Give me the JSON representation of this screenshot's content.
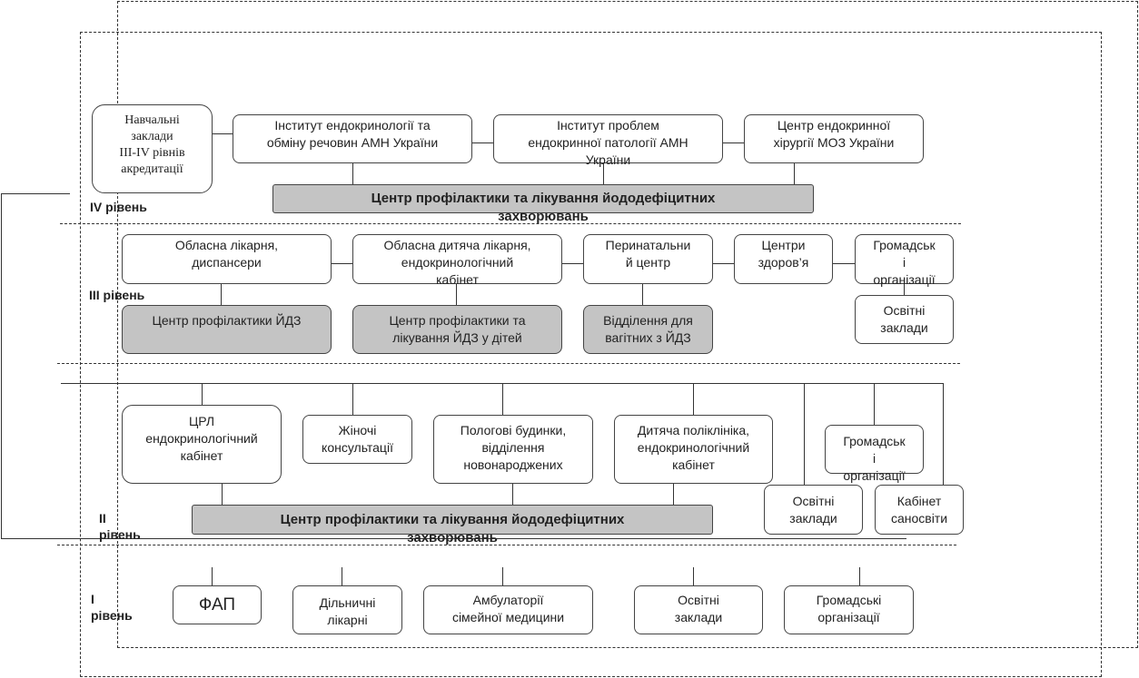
{
  "levels": {
    "iv": "IV рівень",
    "iii": "III рівень",
    "ii": "ІІ\nрівень",
    "i": "І\nрівень"
  },
  "level4": {
    "educational": "Навчальні\nзаклади\nIII-IV рівнів\nакредитації",
    "institute_endo": "Інститут ендокринології та\nобміну речовин АМН України",
    "institute_problems": "Інститут проблем\nендокринної патології АМН\nУкраїни",
    "center_surgery": "Центр ендокринної\nхірургії МОЗ України",
    "center_main": "Центр профілактики та лікування йододефіцитних\nзахворювань"
  },
  "level3": {
    "regional_hospital": "Обласна лікарня,\nдиспансери",
    "regional_children": "Обласна дитяча лікарня,\nендокринологічний\nкабінет",
    "perinatal": "Перинатальни\nй центр",
    "health_centers": "Центри\nздоров’я",
    "public_orgs": "Громадськ\nі\nорганізації",
    "edu_institutions": "Освітні\nзаклади",
    "center_idz": "Центр профілактики ЙДЗ",
    "center_idz_children": "Центр профілактики та\nлікування ЙДЗ у дітей",
    "dept_pregnant": "Відділення для\nвагітних з ЙДЗ"
  },
  "level2": {
    "crl": "ЦРЛ\nендокринологічний\nкабінет",
    "women_consult": "Жіночі\nконсультації",
    "maternity": "Пологові будинки,\nвідділення\nновонароджених",
    "children_polyclinic": "Дитяча поліклініка,\nендокринологічний\nкабінет",
    "public_orgs": "Громадськ\nі\nорганізації",
    "edu_institutions": "Освітні\nзаклади",
    "sanitary_cabinet": "Кабінет\nсаносвіти",
    "center_main": "Центр профілактики та лікування йододефіцитних\nзахворювань"
  },
  "level1": {
    "fap": "ФАП",
    "district_hospitals": "Дільничні\nлікарні",
    "family_clinics": "Амбулаторії\nсімейної медицини",
    "edu_institutions": "Освітні\nзаклади",
    "public_orgs": "Громадські\nорганізації"
  },
  "colors": {
    "box_fill": "#ffffff",
    "center_fill": "#c4c4c4",
    "line": "#333333"
  }
}
